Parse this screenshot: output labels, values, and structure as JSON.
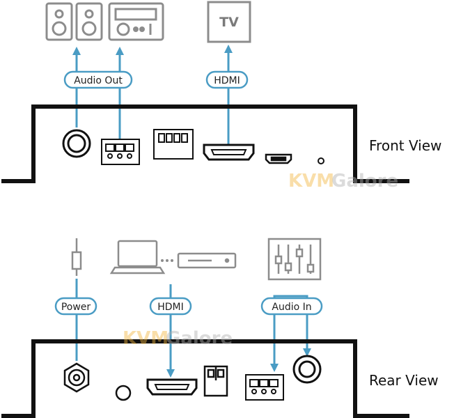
{
  "front": {
    "view_label": "Front View",
    "audio_out_label": "Audio Out",
    "hdmi_label": "HDMI",
    "tv_label": "TV"
  },
  "rear": {
    "view_label": "Rear View",
    "power_label": "Power",
    "hdmi_label": "HDMI",
    "audio_in_label": "Audio In"
  },
  "watermark": {
    "part1": "KVM",
    "part2": "Galore"
  },
  "colors": {
    "arrow": "#4a9cc4",
    "device_border": "#111111",
    "icon_gray": "#8c8c8c",
    "pill_border": "#4a9cc4"
  }
}
